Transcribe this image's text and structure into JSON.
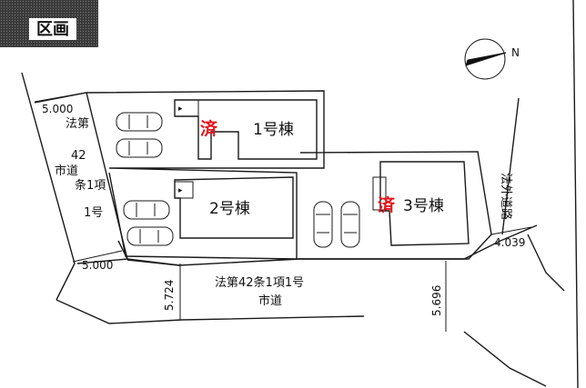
{
  "header": {
    "title": "区画"
  },
  "compass": {
    "north_label": "N"
  },
  "buildings": [
    {
      "label": "1号棟",
      "status": "済"
    },
    {
      "label": "2号棟",
      "status": ""
    },
    {
      "label": "3号棟",
      "status": "済"
    }
  ],
  "roads": {
    "left_road": {
      "line1": "法第",
      "line2": "42",
      "line3": "条1項",
      "line4": "1号",
      "line5": "市道"
    },
    "bottom_road": {
      "line1": "法第42条1項1号",
      "line2": "市道"
    },
    "right_road": "法外道路"
  },
  "dimensions": {
    "top_left": "5.000",
    "bottom_left": "5.000",
    "road_left": "5.724",
    "road_right": "5.696",
    "right": "4.039"
  },
  "colors": {
    "accent_red": "#e3161d",
    "tab_bg": "#2b2b2b"
  }
}
